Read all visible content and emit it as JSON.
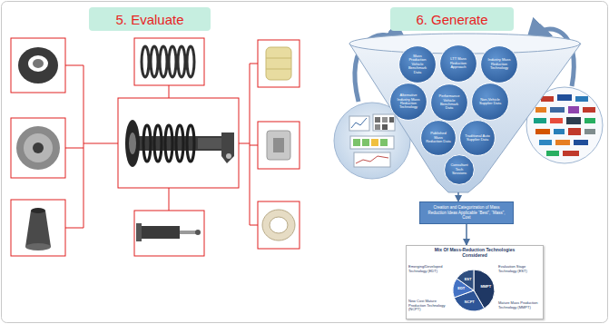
{
  "diagram": {
    "nodes": [
      {
        "text": [
          "5. Evaluate"
        ]
      },
      {
        "text": [
          "6. Generate"
        ]
      },
      {
        "text": [
          "Mass Production Vehicle Benchmark Data"
        ]
      },
      {
        "text": [
          "LTT Mass Reduction Approach"
        ]
      },
      {
        "text": [
          "Industry Mass Reduction Technology"
        ]
      },
      {
        "text": [
          "Alternative Industry Mass Reduction Technology"
        ]
      },
      {
        "text": [
          "Performance Vehicle Benchmark Data"
        ]
      },
      {
        "text": [
          "Non-Vehicle Supplier Data"
        ]
      },
      {
        "text": [
          "Published Mass Reduction Data"
        ]
      },
      {
        "text": [
          "Traditional Auto Supplier Data"
        ]
      },
      {
        "text": [
          "Consultant Tech Sessions"
        ]
      },
      {
        "text": [
          "Creation and Categorization of Mass Reduction Ideas Applicable “Best”, “Mass”, Cost"
        ]
      },
      {
        "text": [
          "Mix Of Mass-Reduction Technologies Considered"
        ]
      }
    ],
    "edges": [
      {
        "from": 11,
        "to": 12,
        "arrow": "to"
      }
    ],
    "labels": [
      "Emerging/Developed Technology (EDT)",
      "Evaluation Stage Technology (EST)",
      "New Cost Mature Production Technology (NCPT)",
      "Mature Mass Production Technology (MMPT)",
      "EDT",
      "EST",
      "NCPT",
      "MMPT"
    ]
  }
}
